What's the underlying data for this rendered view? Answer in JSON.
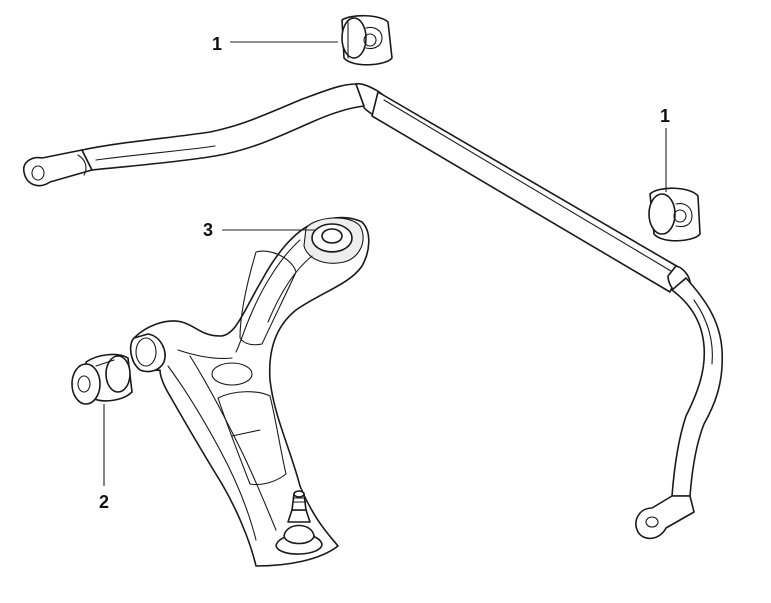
{
  "callouts": {
    "bushing_top": "1",
    "bushing_right": "1",
    "rear_bushing": "2",
    "front_bushing": "3"
  }
}
